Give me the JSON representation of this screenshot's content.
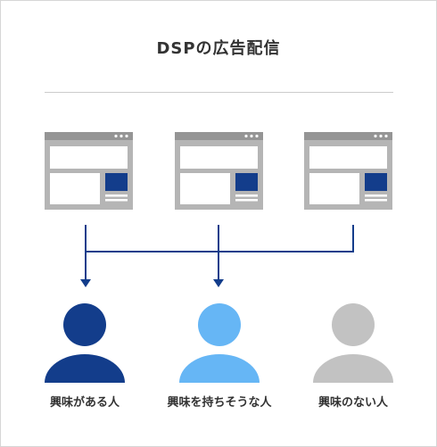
{
  "title": "DSPの広告配信",
  "browser_windows": [
    {
      "name": "ad-site-window-1"
    },
    {
      "name": "ad-site-window-2"
    },
    {
      "name": "ad-site-window-3"
    }
  ],
  "people": [
    {
      "label": "興味がある人",
      "color": "#133d8b"
    },
    {
      "label": "興味を持ちそうな人",
      "color": "#66b6f5"
    },
    {
      "label": "興味のない人",
      "color": "#c2c2c2"
    }
  ],
  "colors": {
    "window_frame": "#b5b5b5",
    "window_titlebar": "#959595",
    "ad_block": "#133d8b",
    "connector_line": "#133d8b",
    "divider": "#cccccc"
  }
}
